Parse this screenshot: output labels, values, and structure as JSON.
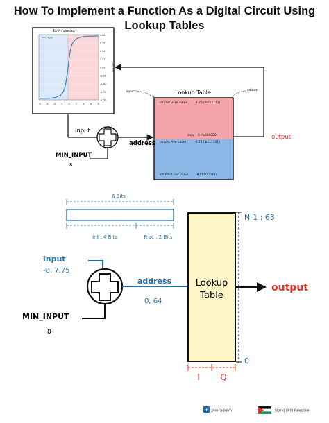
{
  "title": {
    "line1": "How To Implement a Function As a Digital Circuit Using",
    "line2": "Lookup Tables"
  },
  "top_diagram": {
    "tanh_chart": {
      "title": "Tanh Function",
      "legend": "Tanh",
      "ylabel": "Tanh(x)",
      "yticks": [
        "1.00",
        "0.75",
        "0.50",
        "0.25",
        "0.00",
        "-0.25",
        "-0.50",
        "-0.75",
        "-1.00"
      ],
      "xticks": [
        "-8",
        "-6",
        "-4",
        "-2",
        "0",
        "2",
        "4",
        "6",
        "8"
      ]
    },
    "input_label": "input",
    "min_input_label": "MIN_INPUT",
    "min_input_value": "8",
    "address_label": "address",
    "output_label": "output",
    "lut_title": "Lookup Table",
    "lut_input_annot": "input",
    "lut_address_annot": "address",
    "lut_rows": [
      {
        "label": "largest +ive value",
        "value": "7.75 ('b011111)"
      },
      {
        "label": "zero",
        "value": "0 ('b000000)"
      },
      {
        "label": "largest -ive value",
        "value": "-0.25 ('b111111)"
      },
      {
        "label": "smallest -ive value",
        "value": "-8 ('b100000)"
      }
    ]
  },
  "bottom_diagram": {
    "bits_label": "6 Bits",
    "int_label": "Int : 4 Bits",
    "frac_label": "Frac : 2 Bits",
    "input_label": "input",
    "input_range": "-8, 7.75",
    "min_input_label": "MIN_INPUT",
    "min_input_value": "8",
    "address_label": "address",
    "address_range": "0, 64",
    "lut_label_1": "Lookup",
    "lut_label_2": "Table",
    "output_label": "output",
    "top_index": "N-1 : 63",
    "bottom_index": "0",
    "i_label": "I",
    "q_label": "Q"
  },
  "footer": {
    "linkedin_badge": "in",
    "linkedin_handle": "/amradelm",
    "stand_text": "Stand With Palestine"
  },
  "colors": {
    "accent_blue": "#1f6fa8",
    "output_red": "#e4342a",
    "lut_top": "#f4a3a8",
    "lut_bottom": "#8cb8e8",
    "lut_yellow": "#fdf4c8",
    "tanh_line": "#3b84c4"
  }
}
